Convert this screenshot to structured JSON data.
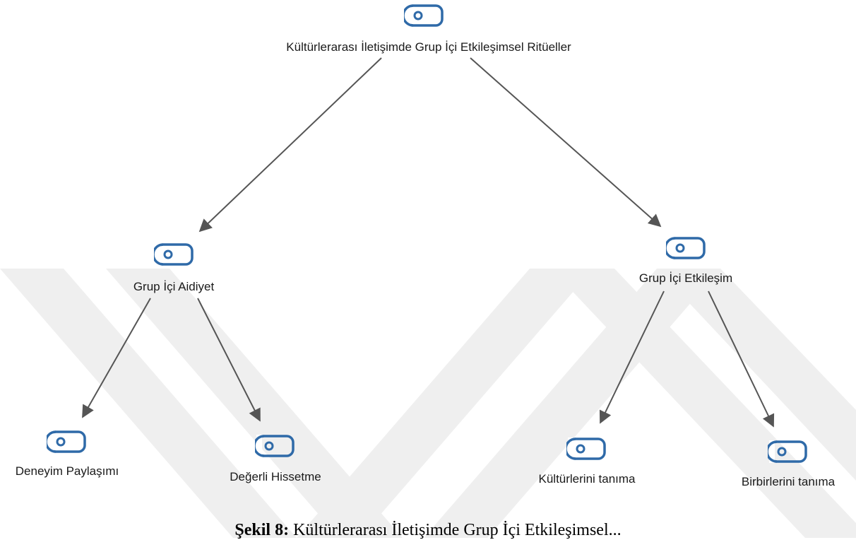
{
  "colors": {
    "icon": "#2f6aa8",
    "edge": "#555555",
    "watermark": "#eeeeee"
  },
  "icon_name": "tag-icon",
  "nodes": {
    "root": {
      "label": "Kültürlerarası İletişimde Grup İçi Etkileşimsel Ritüeller"
    },
    "aidiyet": {
      "label": "Grup İçi Aidiyet"
    },
    "etkilesim": {
      "label": "Grup İçi Etkileşim"
    },
    "deneyim": {
      "label": "Deneyim Paylaşımı"
    },
    "degerli": {
      "label": "Değerli Hissetme"
    },
    "kulturler": {
      "label": "Kültürlerini tanıma"
    },
    "birbirleri": {
      "label": "Birbirlerini tanıma"
    }
  },
  "caption": {
    "label": "Şekil 8:",
    "text": "Kültürlerarası İletişimde Grup İçi Etkileşimsel..."
  }
}
